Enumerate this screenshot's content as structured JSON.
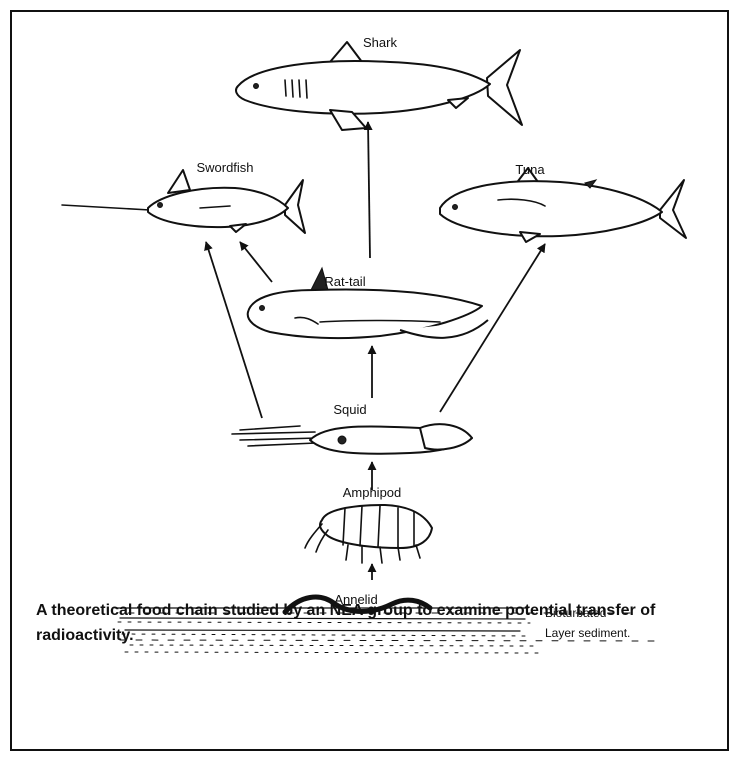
{
  "diagram": {
    "organisms": {
      "shark": "Shark",
      "swordfish": "Swordfish",
      "tuna": "Tuna",
      "rattail": "Rat-tail",
      "squid": "Squid",
      "amphipod": "Amphipod",
      "annelid": "Annelid"
    },
    "sediment": {
      "line1": "Bioturbated",
      "line2": "Layer sediment."
    },
    "caption": "A theoretical food chain studied by an NEA group to examine potential transfer of radioactivity."
  }
}
